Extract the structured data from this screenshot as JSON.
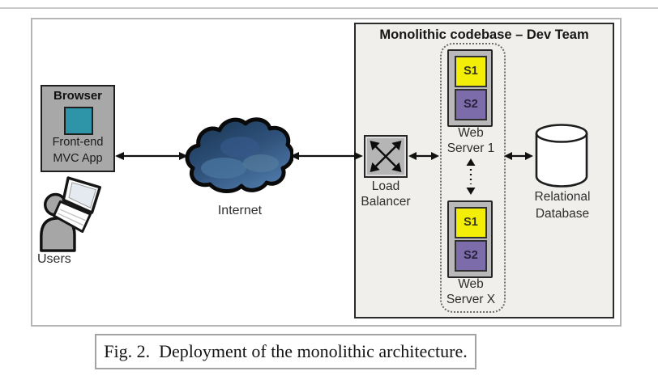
{
  "figure": {
    "caption": "Fig. 2.  Deployment of the monolithic architecture."
  },
  "diagram": {
    "browser": {
      "title": "Browser",
      "line1": "Front-end",
      "line2": "MVC App"
    },
    "users_label": "Users",
    "internet_label": "Internet",
    "monolith_title": "Monolithic codebase – Dev Team",
    "load_balancer": {
      "line1": "Load",
      "line2": "Balancer"
    },
    "web_server_1": {
      "line1": "Web",
      "line2": "Server 1",
      "services": [
        "S1",
        "S2"
      ]
    },
    "web_server_x": {
      "line1": "Web",
      "line2": "Server X",
      "services": [
        "S1",
        "S2"
      ]
    },
    "database": {
      "line1": "Relational",
      "line2": "Database"
    }
  },
  "colors": {
    "service_s1": "#f2ee08",
    "service_s2": "#7c6daa",
    "browser_app": "#2e94a8",
    "cloud_dark": "#16334f",
    "cloud_mid": "#2f517a",
    "cloud_light": "#4e79a8",
    "panel_gray": "#a8a8a8",
    "monolith_bg": "#f0efeb"
  }
}
